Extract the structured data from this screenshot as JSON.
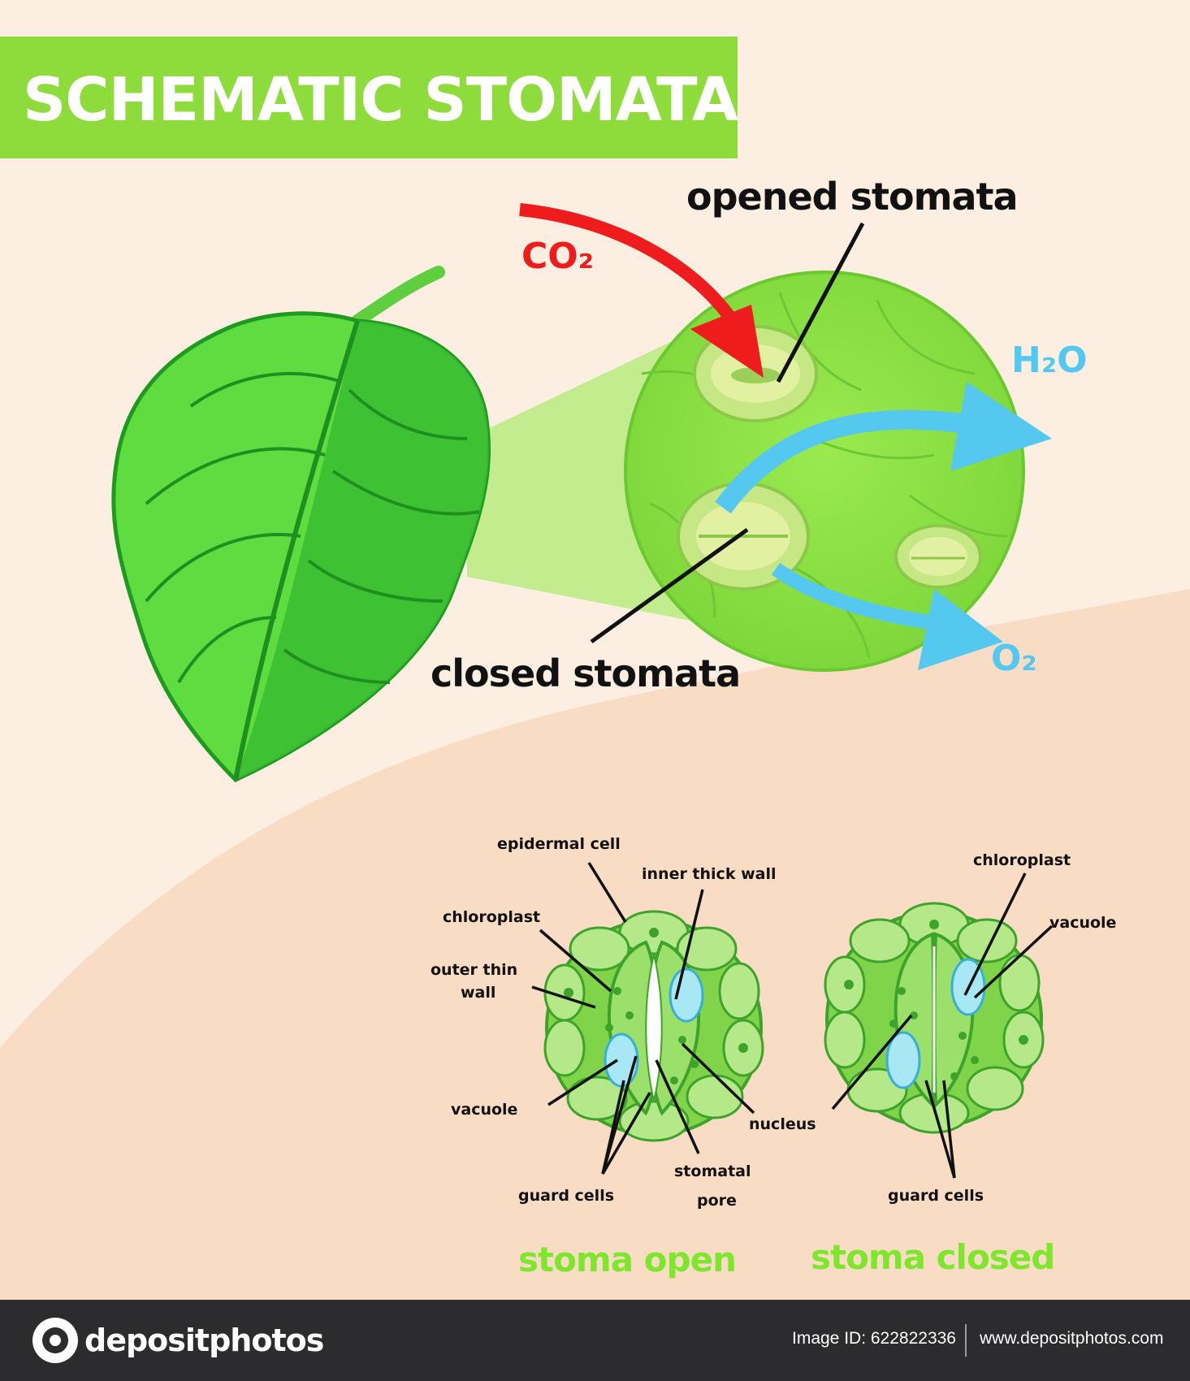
{
  "title": "SCHEMATIC STOMATA",
  "gases": {
    "co2": "CO₂",
    "h2o": "H₂O",
    "o2": "O₂"
  },
  "labels": {
    "opened_stomata": "opened stomata",
    "closed_stomata": "closed stomata"
  },
  "detail_labels": {
    "epidermal_cell": "epidermal cell",
    "inner_thick_wall": "inner thick wall",
    "chloroplast_open": "chloroplast",
    "outer_thin_wall_1": "outer thin",
    "outer_thin_wall_2": "wall",
    "vacuole_open": "vacuole",
    "guard_cells_open": "guard cells",
    "stomatal_pore_1": "stomatal",
    "stomatal_pore_2": "pore",
    "nucleus": "nucleus",
    "chloroplast_closed": "chloroplast",
    "vacuole_closed": "vacuole",
    "guard_cells_closed": "guard cells"
  },
  "states": {
    "open": "stoma open",
    "closed": "stoma closed"
  },
  "footer": {
    "brand": "depositphotos",
    "image_id": "Image ID: 622822336",
    "site": "www.depositphotos.com"
  },
  "colors": {
    "background": "#fcefe2",
    "lower_area": "#f9dcc4",
    "title_bar": "#8ddc3c",
    "leaf_light": "#6fe04a",
    "leaf_dark": "#2db52a",
    "co2_arrow": "#ee1c1c",
    "water_arrow": "#55c8f0",
    "state_label": "#7ee62c",
    "footer": "#2c2c2e"
  }
}
